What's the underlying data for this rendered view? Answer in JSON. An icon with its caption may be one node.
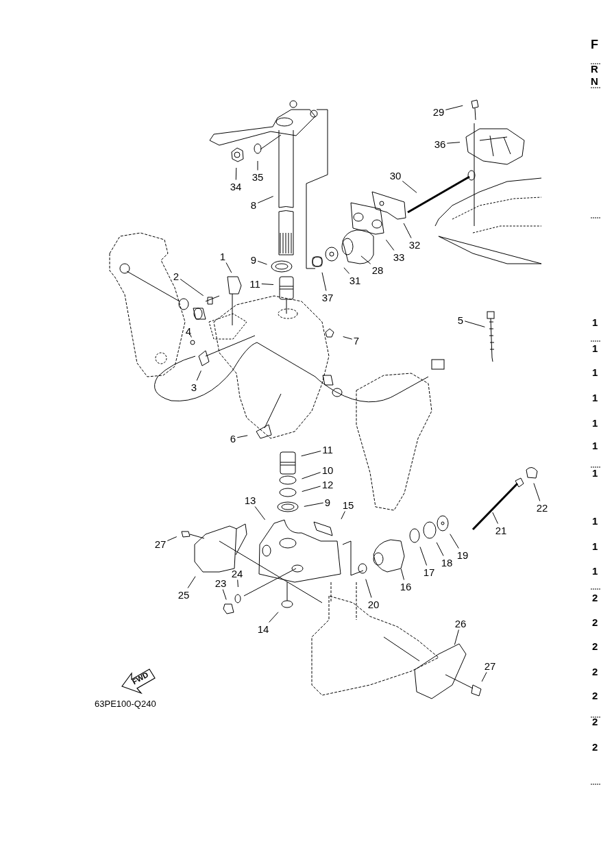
{
  "diagram": {
    "nodes": [
      {
        "text": [
          "29"
        ]
      },
      {
        "text": [
          "36"
        ]
      },
      {
        "text": [
          "30"
        ]
      },
      {
        "text": [
          "35"
        ]
      },
      {
        "text": [
          "34"
        ]
      },
      {
        "text": [
          "8"
        ]
      },
      {
        "text": [
          "32"
        ]
      },
      {
        "text": [
          "33"
        ]
      },
      {
        "text": [
          "1"
        ]
      },
      {
        "text": [
          "9"
        ]
      },
      {
        "text": [
          "28"
        ]
      },
      {
        "text": [
          "2"
        ]
      },
      {
        "text": [
          "31"
        ]
      },
      {
        "text": [
          "11"
        ]
      },
      {
        "text": [
          "37"
        ]
      },
      {
        "text": [
          "5"
        ]
      },
      {
        "text": [
          "4"
        ]
      },
      {
        "text": [
          "7"
        ]
      },
      {
        "text": [
          "3"
        ]
      },
      {
        "text": [
          "6"
        ]
      },
      {
        "text": [
          "11"
        ]
      },
      {
        "text": [
          "10"
        ]
      },
      {
        "text": [
          "12"
        ]
      },
      {
        "text": [
          "13"
        ]
      },
      {
        "text": [
          "9"
        ]
      },
      {
        "text": [
          "15"
        ]
      },
      {
        "text": [
          "22"
        ]
      },
      {
        "text": [
          "21"
        ]
      },
      {
        "text": [
          "27"
        ]
      },
      {
        "text": [
          "19"
        ]
      },
      {
        "text": [
          "18"
        ]
      },
      {
        "text": [
          "17"
        ]
      },
      {
        "text": [
          "24"
        ]
      },
      {
        "text": [
          "23"
        ]
      },
      {
        "text": [
          "16"
        ]
      },
      {
        "text": [
          "25"
        ]
      },
      {
        "text": [
          "20"
        ]
      },
      {
        "text": [
          "26"
        ]
      },
      {
        "text": [
          "14"
        ]
      },
      {
        "text": [
          "27"
        ]
      }
    ],
    "edges": [
      {
        "from": 0,
        "to": null,
        "arrow": "none"
      },
      {
        "from": 1,
        "to": null,
        "arrow": "none"
      },
      {
        "from": 2,
        "to": null,
        "arrow": "none"
      },
      {
        "from": 3,
        "to": null,
        "arrow": "none"
      },
      {
        "from": 4,
        "to": null,
        "arrow": "none"
      },
      {
        "from": 5,
        "to": null,
        "arrow": "none"
      },
      {
        "from": 6,
        "to": null,
        "arrow": "none"
      },
      {
        "from": 7,
        "to": null,
        "arrow": "none"
      },
      {
        "from": 8,
        "to": null,
        "arrow": "none"
      },
      {
        "from": 9,
        "to": null,
        "arrow": "none"
      },
      {
        "from": 10,
        "to": null,
        "arrow": "none"
      },
      {
        "from": 11,
        "to": null,
        "arrow": "none"
      },
      {
        "from": 12,
        "to": null,
        "arrow": "none"
      },
      {
        "from": 13,
        "to": null,
        "arrow": "none"
      },
      {
        "from": 14,
        "to": null,
        "arrow": "none"
      },
      {
        "from": 15,
        "to": null,
        "arrow": "none"
      },
      {
        "from": 16,
        "to": null,
        "arrow": "none"
      },
      {
        "from": 17,
        "to": null,
        "arrow": "none"
      },
      {
        "from": 18,
        "to": null,
        "arrow": "none"
      },
      {
        "from": 19,
        "to": null,
        "arrow": "none"
      },
      {
        "from": 20,
        "to": null,
        "arrow": "none"
      },
      {
        "from": 21,
        "to": null,
        "arrow": "none"
      },
      {
        "from": 22,
        "to": null,
        "arrow": "none"
      },
      {
        "from": 23,
        "to": null,
        "arrow": "none"
      },
      {
        "from": 24,
        "to": null,
        "arrow": "none"
      },
      {
        "from": 25,
        "to": null,
        "arrow": "none"
      },
      {
        "from": 26,
        "to": null,
        "arrow": "none"
      },
      {
        "from": 27,
        "to": null,
        "arrow": "none"
      },
      {
        "from": 28,
        "to": null,
        "arrow": "none"
      },
      {
        "from": 29,
        "to": null,
        "arrow": "none"
      },
      {
        "from": 30,
        "to": null,
        "arrow": "none"
      },
      {
        "from": 31,
        "to": null,
        "arrow": "none"
      },
      {
        "from": 32,
        "to": null,
        "arrow": "none"
      },
      {
        "from": 33,
        "to": null,
        "arrow": "none"
      },
      {
        "from": 34,
        "to": null,
        "arrow": "none"
      },
      {
        "from": 35,
        "to": null,
        "arrow": "none"
      },
      {
        "from": 36,
        "to": null,
        "arrow": "none"
      },
      {
        "from": 37,
        "to": null,
        "arrow": "none"
      },
      {
        "from": 38,
        "to": null,
        "arrow": "none"
      },
      {
        "from": 39,
        "to": null,
        "arrow": "none"
      }
    ],
    "labels": [
      "F",
      "R",
      "N",
      "1",
      "1",
      "1",
      "1",
      "1",
      "1",
      "1",
      "1",
      "1",
      "1",
      "2",
      "2",
      "2",
      "2",
      "2",
      "2",
      "2",
      "FWD",
      "63PE100-Q240"
    ]
  }
}
